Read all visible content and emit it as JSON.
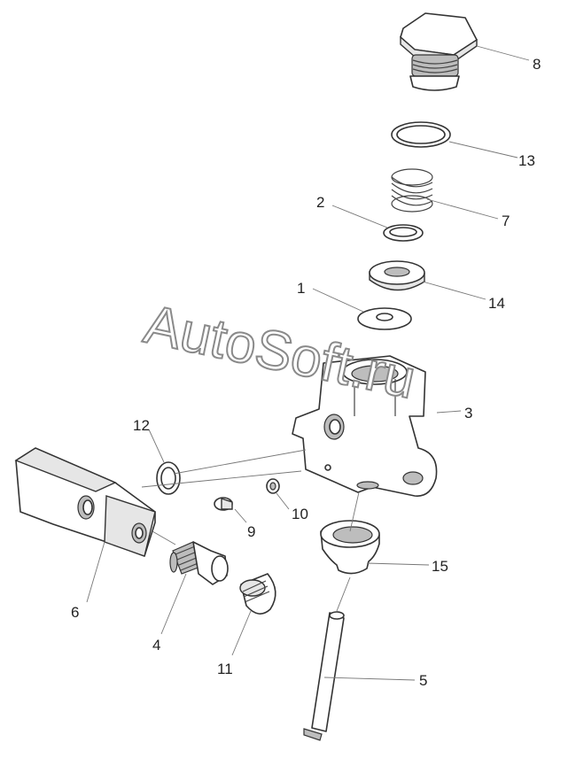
{
  "diagram": {
    "watermark": "AutoSoft.ru",
    "callouts": [
      "8",
      "13",
      "7",
      "2",
      "14",
      "1",
      "3",
      "12",
      "9",
      "10",
      "6",
      "15",
      "4",
      "11",
      "5"
    ]
  }
}
